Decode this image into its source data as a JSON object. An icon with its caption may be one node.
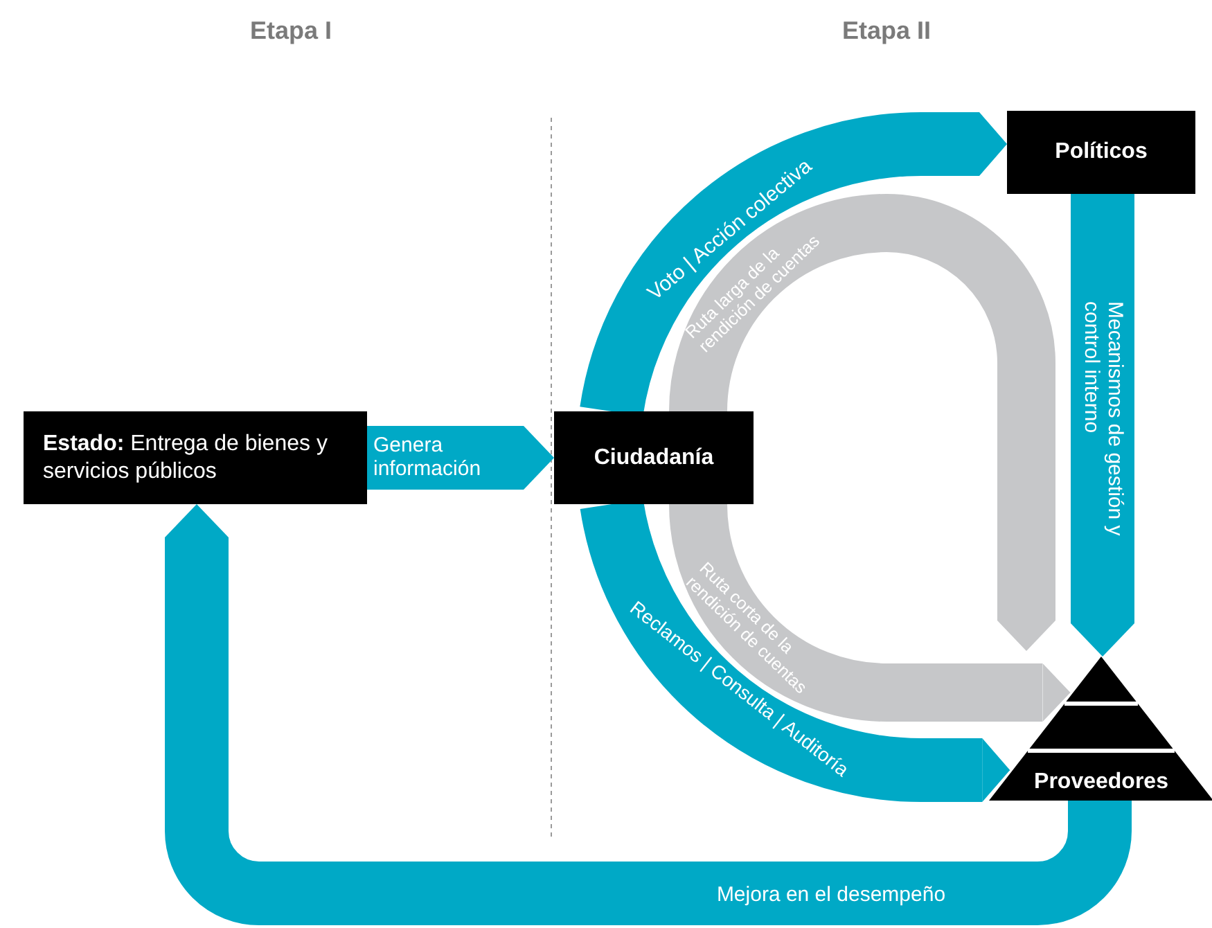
{
  "diagram": {
    "nodes": [
      {
        "text": [
          "**Estado:** Entrega de bienes y servicios públicos"
        ]
      },
      {
        "text": [
          "Ciudadanía"
        ]
      },
      {
        "text": [
          "Políticos"
        ]
      },
      {
        "text": [
          "Proveedores"
        ]
      }
    ],
    "edges": [
      {
        "from": 0,
        "to": 1,
        "arrow": "to",
        "label": "Genera información"
      },
      {
        "from": 1,
        "to": 2,
        "arrow": "to",
        "label": "Voto | Acción colectiva"
      },
      {
        "from": 1,
        "to": 3,
        "arrow": "to",
        "label": "Reclamos | Consulta | Auditoría"
      },
      {
        "from": 1,
        "to": 3,
        "arrow": "to",
        "label": "Ruta corta de la rendición de cuentas",
        "color": "#c6c7c9"
      },
      {
        "from": 1,
        "to": 3,
        "arrow": "to",
        "label": "Ruta larga de la rendición de cuentas",
        "color": "#c6c7c9"
      },
      {
        "from": 2,
        "to": 3,
        "arrow": "to",
        "label": "Mecanismos de gestión y control interno"
      },
      {
        "from": 3,
        "to": 0,
        "arrow": "to",
        "label": "Mejora en el desempeño"
      }
    ],
    "labels": [
      "Etapa I",
      "Etapa II"
    ]
  }
}
